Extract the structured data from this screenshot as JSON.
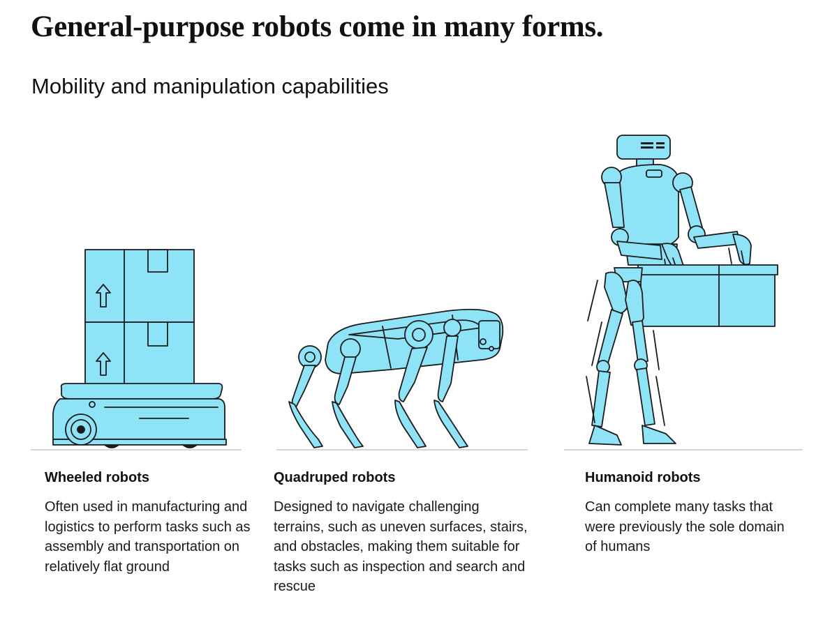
{
  "title": "General-purpose robots come in many forms.",
  "subtitle": "Mobility and manipulation capabilities",
  "colors": {
    "robot_fill": "#8ee3f7",
    "outline": "#1b1b1b",
    "ground": "#bdbdbd"
  },
  "robots": [
    {
      "label": "Wheeled robots",
      "description": "Often used in manufacturing and logistics to perform tasks such as assembly and transportation on relatively flat ground"
    },
    {
      "label": "Quadruped robots",
      "description": "Designed to navigate challenging terrains, such as uneven surfaces, stairs, and obstacles, making them suitable for tasks such as inspection and search and rescue"
    },
    {
      "label": "Humanoid robots",
      "description": "Can complete many tasks that were previously the sole domain of humans"
    }
  ]
}
